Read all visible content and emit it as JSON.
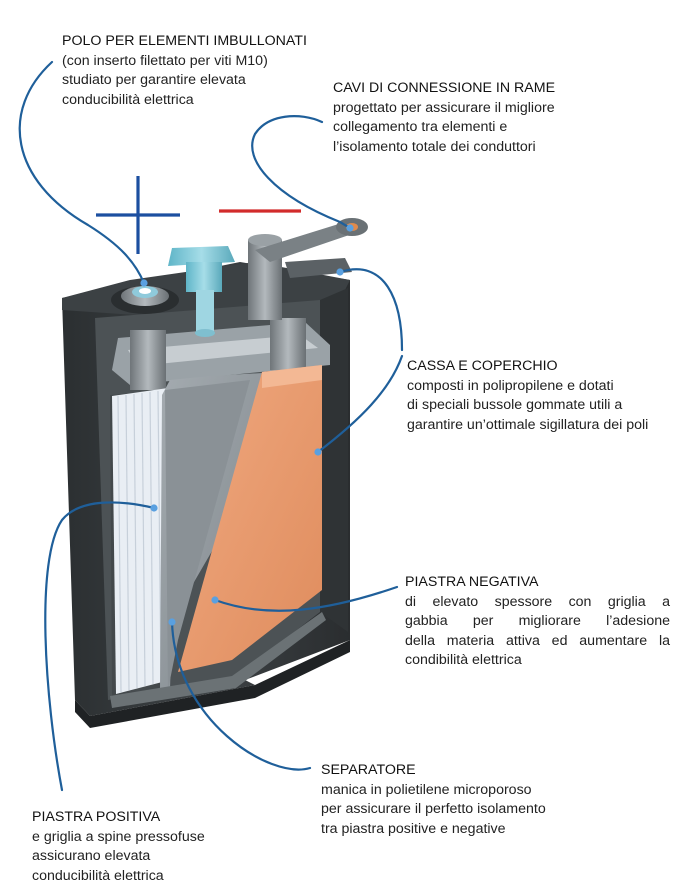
{
  "colors": {
    "leader": "#1f5f9a",
    "dot": "#5aa0e0",
    "plus": "#1c4fa0",
    "minus": "#d22b2b",
    "case_dark": "#34383a",
    "case_inner": "#4a4f52",
    "grey_plate": "#8d9499",
    "copper": "#e89a6d",
    "white_plates": "#eef2f7",
    "terminal_cyan": "#7fc7d6"
  },
  "labels": {
    "polo": {
      "title": "POLO PER ELEMENTI IMBULLONATI",
      "lines": [
        "(con inserto filettato per viti M10)",
        "studiato per garantire elevata",
        "conducibilità elettrica"
      ]
    },
    "cavi": {
      "title": "CAVI DI CONNESSIONE IN RAME",
      "lines": [
        "progettato per assicurare il migliore",
        "collegamento tra elementi e",
        "l’isolamento totale dei conduttori"
      ]
    },
    "cassa": {
      "title": "CASSA E COPERCHIO",
      "lines": [
        "composti in polipropilene e dotati",
        "di speciali bussole gommate utili a",
        "garantire un’ottimale sigillatura dei poli"
      ]
    },
    "negativa": {
      "title": "PIASTRA NEGATIVA",
      "lines": [
        "di elevato spessore con griglia a",
        "gabbia per migliorare l’adesione",
        "della materia attiva ed aumentare la",
        "condibilità elettrica"
      ]
    },
    "separatore": {
      "title": "SEPARATORE",
      "lines": [
        "manica in polietilene microporoso",
        "per assicurare il perfetto isolamento",
        "tra piastra positive e negative"
      ]
    },
    "positiva": {
      "title": "PIASTRA POSITIVA",
      "lines": [
        "e griglia a spine pressofuse",
        "assicurano elevata",
        "conducibilità elettrica"
      ]
    }
  }
}
